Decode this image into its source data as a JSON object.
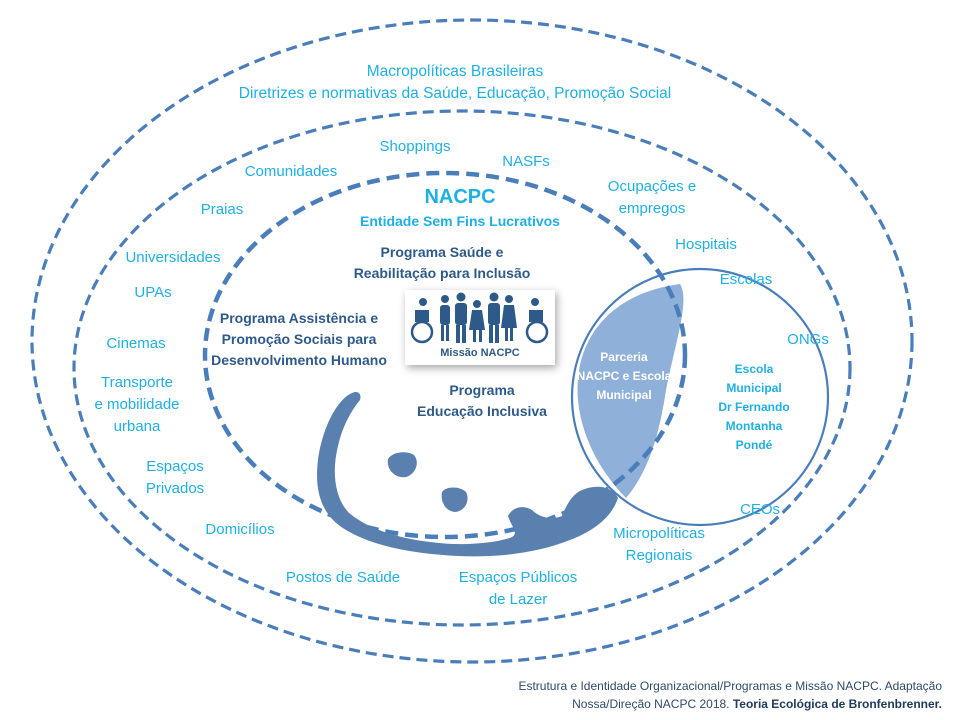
{
  "colors": {
    "ring_stroke": "#4a7ebb",
    "label_cyan": "#1fb0e3",
    "program_text": "#2e5a8a",
    "partnership_fill": "#8fb0d8",
    "blob_fill": "#5a80b0"
  },
  "macrosystem": {
    "line1": "Macropolíticas   Brasileiras",
    "line2": "Diretrizes  e normativas  da Saúde, Educação, Promoção Social"
  },
  "exosystem_labels": [
    {
      "id": "shoppings",
      "text": "Shoppings"
    },
    {
      "id": "nasfs",
      "text": "NASFs"
    },
    {
      "id": "comunidades",
      "text": "Comunidades"
    },
    {
      "id": "ocupacoes",
      "text": "Ocupações e\nempregos"
    },
    {
      "id": "praias",
      "text": "Praias"
    },
    {
      "id": "hospitais",
      "text": "Hospitais"
    },
    {
      "id": "universidades",
      "text": "Universidades"
    },
    {
      "id": "escolas",
      "text": "Escolas"
    },
    {
      "id": "upas",
      "text": "UPAs"
    },
    {
      "id": "ongs",
      "text": "ONGs"
    },
    {
      "id": "cinemas",
      "text": "Cinemas"
    },
    {
      "id": "transporte",
      "text": "Transporte\ne mobilidade\nurbana"
    },
    {
      "id": "espacos-privados",
      "text": "Espaços\nPrivados"
    },
    {
      "id": "domicilios",
      "text": "Domicílios"
    },
    {
      "id": "ceos",
      "text": "CEOs"
    },
    {
      "id": "micropoliticas",
      "text": "Micropolíticas\nRegionais"
    },
    {
      "id": "postos",
      "text": "Postos de Saúde"
    },
    {
      "id": "espacos-publicos",
      "text": "Espaços Públicos\nde Lazer"
    }
  ],
  "nacpc": {
    "title": "NACPC",
    "subtitle": "Entidade Sem Fins Lucrativos"
  },
  "programs": {
    "saude": "Programa Saúde e\nReabilitação para Inclusão",
    "assistencia": "Programa Assistência e\nPromoção Sociais para\nDesenvolvimento Humano",
    "educacao": "Programa\nEducação Inclusiva"
  },
  "mission": {
    "label": "Missão NACPC",
    "icon": "people-with-disabilities-icon"
  },
  "partnership": {
    "label": "Parceria\nNACPC e Escola\nMunicipal"
  },
  "school": {
    "label": "Escola\nMunicipal\nDr Fernando\nMontanha\nPondé"
  },
  "caption": {
    "line1": "Estrutura e Identidade Organizacional/Programas e Missão NACPC. Adaptação",
    "line2_normal": "Nossa/Direção NACPC 2018.  ",
    "line2_bold": "Teoria Ecológica de Bronfenbrenner."
  }
}
